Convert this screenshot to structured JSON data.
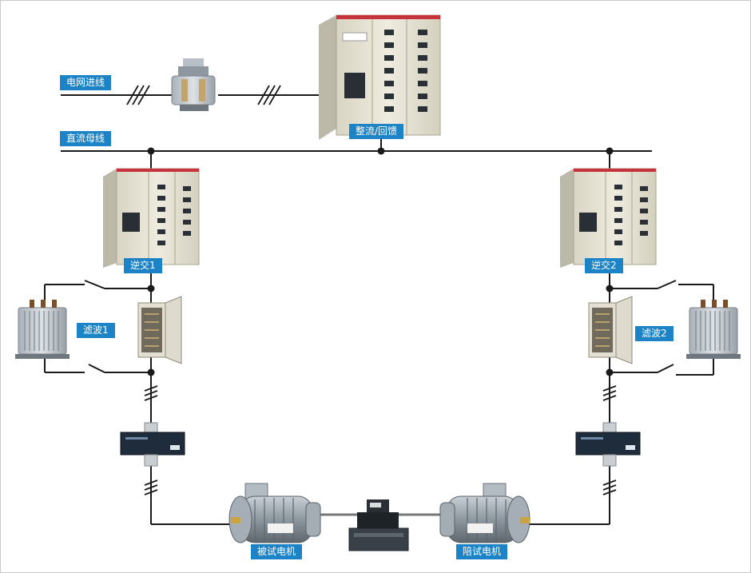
{
  "labels": {
    "grid_in": "电网进线",
    "rectifier": "整流/回馈",
    "dc_bus": "直流母线",
    "inverter1": "逆交1",
    "inverter2": "逆交2",
    "filter1": "滤波1",
    "filter2": "滤波2",
    "test_motor": "被试电机",
    "load_motor": "陪试电机"
  },
  "colors": {
    "label_bg": "#1c84c6",
    "wire": "#1a1a1a",
    "cabinet": "#e9e6d8",
    "cabinet_top": "#c8323a",
    "motor": "#9aa4ad"
  }
}
